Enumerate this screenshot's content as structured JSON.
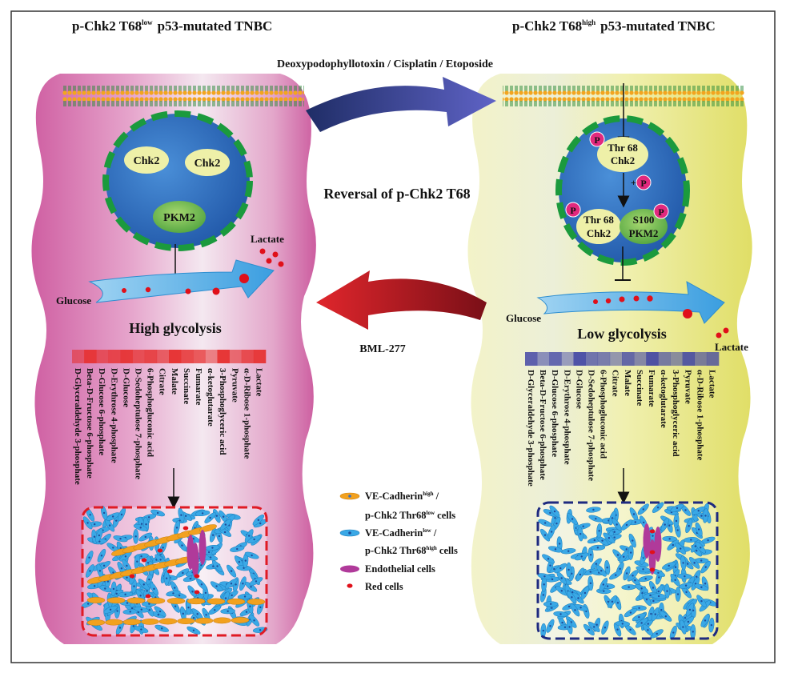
{
  "left": {
    "title_main": "p-Chk2 T68",
    "title_sup": "low",
    "title_rest": "p53-mutated TNBC",
    "proteins": [
      "Chk2",
      "Chk2",
      "PKM2"
    ],
    "glucose": "Glucose",
    "lactate": "Lactate",
    "state": "High glycolysis",
    "metabolites": [
      "D-Glyceraldehyde 3-phosphate",
      "Beta-D-Fructose 6-phosphate",
      "D-Glucose 6-phosphate",
      "D-Erythrose 4-phosphate",
      "D-Glucose",
      "D-Sedoheptulose 7-phosphate",
      "6-Phosphogluconic acid",
      "Citrate",
      "Malate",
      "Succinate",
      "Fumarate",
      "α-ketoglutarate",
      "3-Phosphoglyceric acid",
      "Pyruvate",
      "α-D-Ribose 1-phosphate",
      "Lactate"
    ],
    "heat": [
      0.45,
      0.9,
      0.6,
      0.75,
      0.9,
      0.7,
      0.8,
      0.6,
      0.95,
      0.8,
      0.7,
      0.4,
      0.95,
      0.5,
      0.75,
      0.9
    ],
    "heat_color": "#e63030"
  },
  "right": {
    "title_main": "p-Chk2 T68",
    "title_sup": "high",
    "title_rest": "p53-mutated TNBC",
    "thr_top": [
      "Thr 68",
      "Chk2"
    ],
    "thr_bottom": [
      "Thr 68",
      "Chk2"
    ],
    "pkm_bottom": [
      "S100",
      "PKM2"
    ],
    "p_label": "P",
    "plus_p": "+",
    "glucose": "Glucose",
    "lactate": "Lactate",
    "state": "Low glycolysis",
    "metabolites": [
      "D-Glyceraldehyde 3-phosphate",
      "Beta-D-Fructose 6-phosphate",
      "D-Glucose 6-phosphate",
      "D-Erythrose 4-phosphate",
      "D-Glucose",
      "D-Sedoheptulose 7-phosphate",
      "6-Phosphogluconic acid",
      "Citrate",
      "Malate",
      "Succinate",
      "Fumarate",
      "α-ketoglutarate",
      "3-Phosphoglyceric acid",
      "Pyruvate",
      "α-D-Ribose 1-phosphate",
      "Lactate"
    ],
    "heat": [
      0.75,
      0.4,
      0.7,
      0.3,
      0.85,
      0.6,
      0.55,
      0.35,
      0.7,
      0.45,
      0.85,
      0.55,
      0.4,
      0.8,
      0.5,
      0.65
    ],
    "heat_color": "#3b3fa3"
  },
  "middle": {
    "drugs": "Deoxypodophyllotoxin / Cisplatin / Etoposide",
    "reversal": "Reversal of p-Chk2 T68",
    "inhibitor": "BML-277"
  },
  "legend": {
    "item1_line1_main": "VE-Cadherin",
    "item1_line1_sup": "high",
    "item1_line1_tail": " /",
    "item1_line2_main": "p-Chk2 Thr68",
    "item1_line2_sup": "low",
    "item1_line2_tail": " cells",
    "item2_line1_main": "VE-Cadherin",
    "item2_line1_sup": "low",
    "item2_line1_tail": " /",
    "item2_line2_main": "p-Chk2 Thr68",
    "item2_line2_sup": "high",
    "item2_line2_tail": " cells",
    "item3": "Endothelial cells",
    "item4": "Red cells"
  },
  "colors": {
    "left_bg": "#d46fa9",
    "right_bg": "#e8e680",
    "nucleus": "#2f6fc0",
    "nucleus_border": "#1b9a3d",
    "flow_arrow": "#5aaee0",
    "red_dot": "#e0101a",
    "top_arrow": "#3a3f9a",
    "bottom_arrow": "#b0161e",
    "orange_cell": "#f2a11f",
    "blue_cell": "#3aa8e6",
    "endothelial": "#b03a9a"
  }
}
